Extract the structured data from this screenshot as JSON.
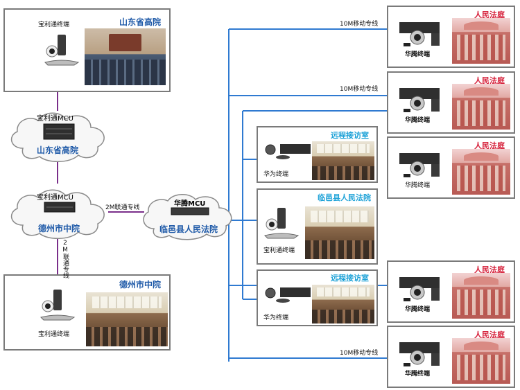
{
  "boxes": {
    "shandong": {
      "title": "山东省高院",
      "terminal": "宝利通终端"
    },
    "dezhou": {
      "title": "德州市中院",
      "terminal": "宝利通终端"
    },
    "reception1": {
      "title": "远程接访室",
      "terminal": "华为终端"
    },
    "linyi": {
      "title": "临邑县人民法院",
      "terminal": "宝利通终端"
    },
    "reception2": {
      "title": "远程接访室",
      "terminal": "华为终端"
    },
    "court1": {
      "title": "人民法庭",
      "terminal": "华腾终端"
    },
    "court2": {
      "title": "人民法庭",
      "terminal": "华腾终端"
    },
    "court3": {
      "title": "人民法庭",
      "terminal": "华腾终端"
    },
    "court4": {
      "title": "人民法庭",
      "terminal": "华腾终端"
    },
    "court5": {
      "title": "人民法庭",
      "terminal": "华腾终端"
    }
  },
  "clouds": {
    "shandong": {
      "mcu": "宝利通MCU",
      "name": "山东省高院"
    },
    "dezhou": {
      "mcu": "宝利通MCU",
      "name": "德州市中院"
    },
    "linyi": {
      "mcu": "华腾MCU",
      "name": "临邑县人民法院"
    }
  },
  "links": {
    "mobile_top": "10M移动专线",
    "mobile_mid": "10M移动专线",
    "mobile_bottom": "10M移动专线",
    "unicom_h": "2M联通专线",
    "unicom_v": "2M联通专线"
  },
  "colors": {
    "purple_link": "#7a2e8a",
    "blue_link": "#2f7ad1",
    "border": "#7a7a7a",
    "cloud_text_blue": "#1f5aa8"
  }
}
